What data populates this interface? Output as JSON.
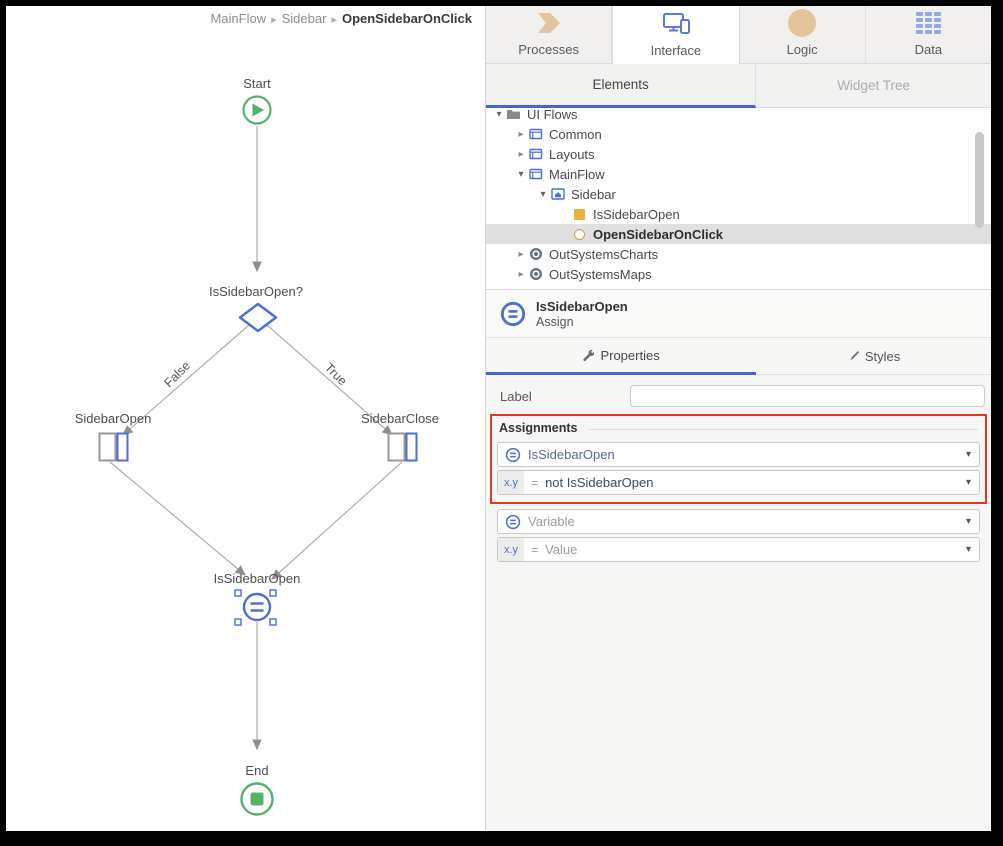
{
  "breadcrumb": {
    "items": [
      "MainFlow",
      "Sidebar",
      "OpenSidebarOnClick"
    ],
    "separator": "▸"
  },
  "flow": {
    "nodes": {
      "start": {
        "label": "Start"
      },
      "decision": {
        "label": "IsSidebarOpen?"
      },
      "sidebar_open": {
        "label": "SidebarOpen"
      },
      "sidebar_close": {
        "label": "SidebarClose"
      },
      "assign": {
        "label": "IsSidebarOpen",
        "selected": true
      },
      "end": {
        "label": "End"
      }
    },
    "edge_labels": {
      "false_branch": "False",
      "true_branch": "True"
    }
  },
  "top_tabs": [
    {
      "label": "Processes",
      "icon": "chevron-icon"
    },
    {
      "label": "Interface",
      "icon": "devices-icon",
      "selected": true
    },
    {
      "label": "Logic",
      "icon": "circle-icon"
    },
    {
      "label": "Data",
      "icon": "grid-icon"
    }
  ],
  "subtabs": [
    {
      "label": "Elements",
      "selected": true
    },
    {
      "label": "Widget Tree",
      "disabled": true
    }
  ],
  "tree": {
    "items": [
      {
        "depth": 0,
        "expanded": true,
        "icon": "folder-icon",
        "label": "UI Flows"
      },
      {
        "depth": 1,
        "expanded": false,
        "icon": "screen-flow-icon",
        "label": "Common"
      },
      {
        "depth": 1,
        "expanded": false,
        "icon": "screen-flow-icon",
        "label": "Layouts"
      },
      {
        "depth": 1,
        "expanded": true,
        "icon": "screen-flow-icon",
        "label": "MainFlow"
      },
      {
        "depth": 2,
        "expanded": true,
        "icon": "home-screen-icon",
        "label": "Sidebar"
      },
      {
        "depth": 3,
        "expanded": null,
        "icon": "variable-icon",
        "label": "IsSidebarOpen"
      },
      {
        "depth": 3,
        "expanded": null,
        "icon": "action-icon",
        "label": "OpenSidebarOnClick",
        "selected": true
      },
      {
        "depth": 1,
        "expanded": false,
        "icon": "module-icon",
        "label": "OutSystemsCharts"
      },
      {
        "depth": 1,
        "expanded": false,
        "icon": "module-icon",
        "label": "OutSystemsMaps"
      }
    ]
  },
  "inspector": {
    "title": "IsSidebarOpen",
    "subtitle": "Assign",
    "icon": "assign-equals-icon"
  },
  "prop_tabs": [
    {
      "label": "Properties",
      "icon": "wrench-icon",
      "selected": true
    },
    {
      "label": "Styles",
      "icon": "brush-icon"
    }
  ],
  "form": {
    "label_field": {
      "label": "Label",
      "value": ""
    },
    "assignments": {
      "heading": "Assignments",
      "operator_badge": "x.y",
      "equals_sign": "=",
      "rows": [
        {
          "kind": "variable",
          "text": "IsSidebarOpen",
          "placeholder": false
        },
        {
          "kind": "value",
          "text": "not IsSidebarOpen",
          "placeholder": false
        },
        {
          "kind": "variable",
          "text": "Variable",
          "placeholder": true
        },
        {
          "kind": "value",
          "text": "Value",
          "placeholder": true
        }
      ],
      "highlighted_rows": [
        0,
        1
      ]
    }
  },
  "colors": {
    "accent_blue": "#4a6fd4",
    "green": "#56b267",
    "tan": "#e3c49c",
    "data_grid_blue": "#93a9e6",
    "highlight_red": "#de3a1f",
    "selected_row_gray": "#e0e0e0"
  }
}
